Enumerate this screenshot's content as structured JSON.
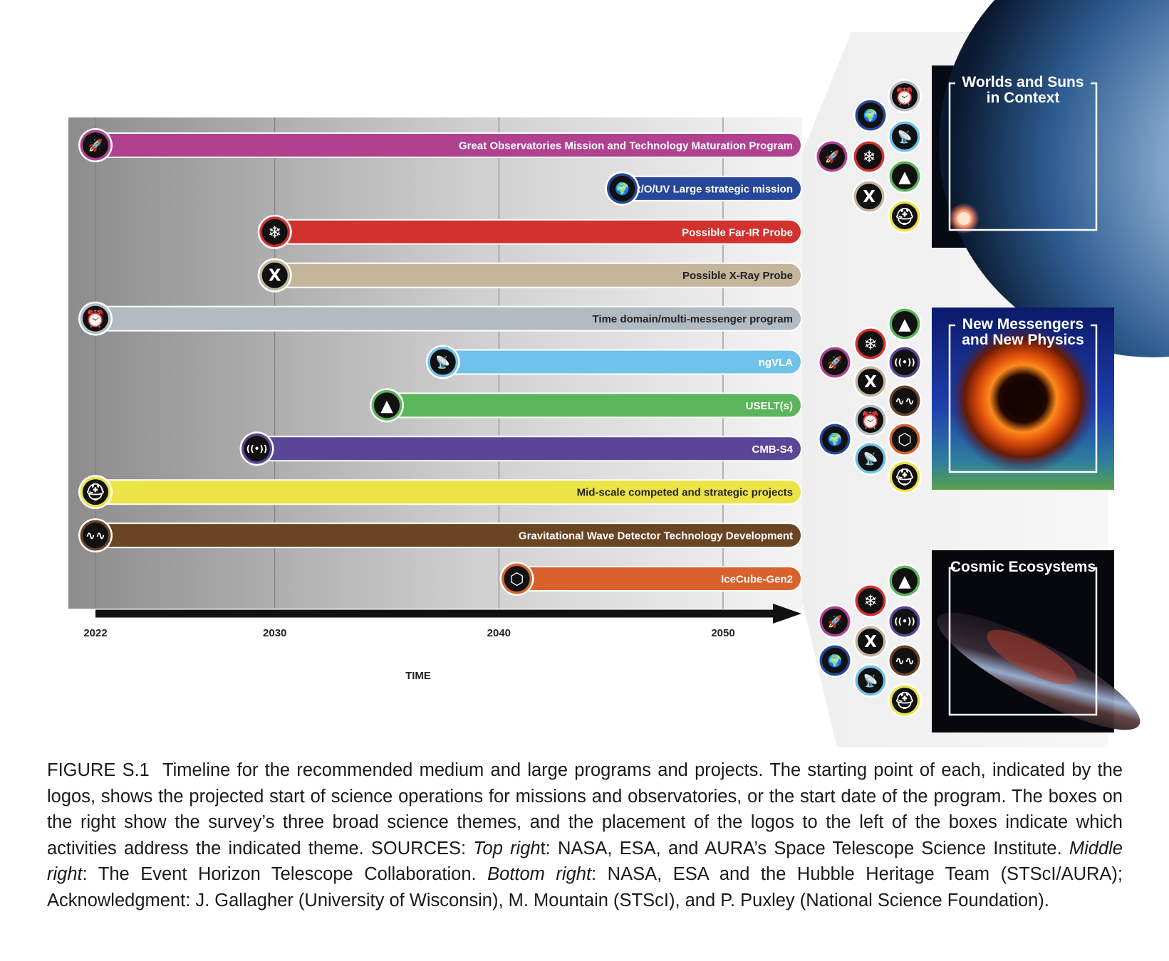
{
  "timeline": {
    "axis_title": "TIME",
    "ticks": [
      "2022",
      "2030",
      "2040",
      "2050"
    ],
    "colors": {
      "axis": "#111111",
      "panel_left": "#8f8f8f",
      "panel_right": "#f2f2f2"
    }
  },
  "chart_data": {
    "type": "timeline",
    "xlabel": "TIME",
    "x_ticks": [
      2022,
      2030,
      2040,
      2050
    ],
    "programs": [
      {
        "name": "Great Observatories Mission and Technology Maturation Program",
        "start": 2022,
        "color": "#b0418f",
        "icon": "rocket-icon",
        "text_dark": false
      },
      {
        "name": "IR/O/UV Large strategic mission",
        "start": 2045.5,
        "color": "#27479a",
        "icon": "globe-icon",
        "text_dark": false
      },
      {
        "name": "Possible Far-IR Probe",
        "start": 2030,
        "color": "#d3312e",
        "icon": "snowflake-icon",
        "text_dark": false
      },
      {
        "name": "Possible X-Ray Probe",
        "start": 2030,
        "color": "#c4b59b",
        "icon": "x-icon",
        "text_dark": true
      },
      {
        "name": "Time domain/multi-messenger program",
        "start": 2022,
        "color": "#b2bac2",
        "icon": "alarm-clock-icon",
        "text_dark": true
      },
      {
        "name": "ngVLA",
        "start": 2037.5,
        "color": "#6fc3ea",
        "icon": "satellite-dish-icon",
        "text_dark": false
      },
      {
        "name": "USELT(s)",
        "start": 2035,
        "color": "#5bb55a",
        "icon": "mountain-icon",
        "text_dark": false
      },
      {
        "name": "CMB-S4",
        "start": 2029.2,
        "color": "#5b4596",
        "icon": "antenna-icon",
        "text_dark": false
      },
      {
        "name": "Mid-scale competed and strategic projects",
        "start": 2022,
        "color": "#ece447",
        "icon": "hard-hat-icon",
        "text_dark": true
      },
      {
        "name": "Gravitational Wave Detector Technology Development",
        "start": 2022,
        "color": "#6b4424",
        "icon": "waveform-icon",
        "text_dark": false
      },
      {
        "name": "IceCube-Gen2",
        "start": 2040.8,
        "color": "#d9622c",
        "icon": "cube-icon",
        "text_dark": false
      }
    ]
  },
  "icons": {
    "rocket-icon": {
      "glyph": "🚀",
      "ring": "#b0418f"
    },
    "globe-icon": {
      "glyph": "🌍",
      "ring": "#27479a"
    },
    "snowflake-icon": {
      "glyph": "❄",
      "ring": "#d3312e"
    },
    "x-icon": {
      "glyph": "X",
      "ring": "#c4b59b"
    },
    "alarm-clock-icon": {
      "glyph": "⏰",
      "ring": "#b2bac2"
    },
    "satellite-dish-icon": {
      "glyph": "📡",
      "ring": "#6fc3ea"
    },
    "mountain-icon": {
      "glyph": "▲",
      "ring": "#5bb55a"
    },
    "antenna-icon": {
      "glyph": "((•))",
      "ring": "#5b4596"
    },
    "hard-hat-icon": {
      "glyph": "⛑",
      "ring": "#ece447"
    },
    "waveform-icon": {
      "glyph": "∿∿",
      "ring": "#6b4424"
    },
    "cube-icon": {
      "glyph": "⬡",
      "ring": "#d9622c"
    }
  },
  "themes": [
    {
      "title_lines": [
        "Worlds and Suns",
        "in Context"
      ],
      "image": "exoplanet-image",
      "icons": [
        "alarm-clock-icon",
        "globe-icon",
        "satellite-dish-icon",
        "rocket-icon",
        "snowflake-icon",
        "mountain-icon",
        "x-icon",
        "hard-hat-icon"
      ]
    },
    {
      "title_lines": [
        "New Messengers",
        "and New Physics"
      ],
      "image": "black-hole-image",
      "icons": [
        "mountain-icon",
        "snowflake-icon",
        "rocket-icon",
        "antenna-icon",
        "x-icon",
        "waveform-icon",
        "alarm-clock-icon",
        "globe-icon",
        "cube-icon",
        "satellite-dish-icon",
        "hard-hat-icon"
      ]
    },
    {
      "title_lines": [
        "Cosmic Ecosystems"
      ],
      "image": "galaxy-image",
      "icons": [
        "mountain-icon",
        "snowflake-icon",
        "rocket-icon",
        "antenna-icon",
        "x-icon",
        "globe-icon",
        "waveform-icon",
        "satellite-dish-icon",
        "hard-hat-icon"
      ]
    }
  ],
  "caption": {
    "label": "FIGURE S.1",
    "text_1": "Timeline for the recommended medium and large programs and projects. The starting point of each, indicated by the logos, shows the projected start of science operations for missions and observatories, or the start date of the program. The boxes on the right show the survey’s three broad science themes, and the placement of the logos to the left of the boxes indicate which activities address the indicated theme. SOURCES: ",
    "top_right_label": "Top righ",
    "text_2": "t: NASA, ESA, and AURA’s Space Telescope Science Institute. ",
    "middle_right_label": "Middle right",
    "text_3": ": The Event Horizon Telescope Collaboration. ",
    "bottom_right_label": "Bottom right",
    "text_4": ": NASA, ESA and the Hubble Heritage Team (STScI/AURA); Acknowledgment: J. Gallagher (University of Wisconsin), M. Mountain (STScI), and P. Puxley (National Science Foundation)."
  }
}
